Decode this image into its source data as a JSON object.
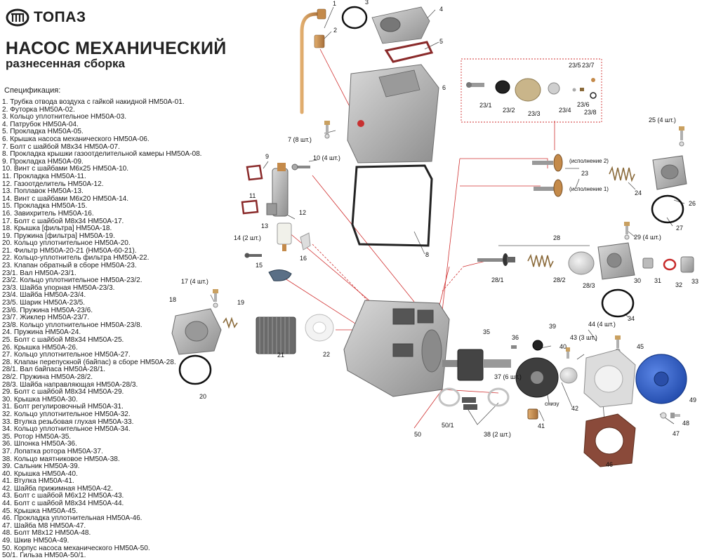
{
  "brand": {
    "name": "ТОПАЗ"
  },
  "header": {
    "title": "НАСОС МЕХАНИЧЕСКИЙ",
    "subtitle": "разнесенная сборка"
  },
  "spec_title": "Спецификация:",
  "spec": [
    "1.  Трубка отвода воздуха с гайкой накидной НМ50А-01.",
    "2.  Футорка НМ50А-02.",
    "3.  Кольцо уплотнительное НМ50А-03.",
    "4.  Патрубок НМ50А-04.",
    "5.  Прокладка НМ50А-05.",
    "6.  Крышка насоса механического НМ50А-06.",
    "7.  Болт с шайбой М8х34 НМ50А-07.",
    "8.  Прокладка крышки газоотделительной камеры НМ50А-08.",
    "9.  Прокладка НМ50А-09.",
    "10. Винт с шайбами М6х25 НМ50А-10.",
    "11. Прокладка НМ50А-11.",
    "12. Газоотделитель НМ50А-12.",
    "13. Поплавок НМ50А-13.",
    "14. Винт с шайбами М6х20 НМ50А-14.",
    "15. Прокладка НМ50А-15.",
    "16. Завихритель НМ50А-16.",
    "17. Болт с шайбой М8х34 НМ50А-17.",
    "18. Крышка [фильтра] НМ50А-18.",
    "19. Пружина [фильтра] НМ50А-19.",
    "20. Кольцо уплотнительное НМ50А-20.",
    "21. Фильтр НМ50А-20-21 (НМ50А-60-21).",
    "22. Кольцо-уплотнитель фильтра НМ50А-22.",
    "23. Клапан обратный в сборе НМ50А-23.",
    "23/1. Вал НМ50А-23/1.",
    "23/2. Кольцо уплотнительное НМ50А-23/2.",
    "23/3. Шайба упорная НМ50А-23/3.",
    "23/4. Шайба НМ50А-23/4.",
    "23/5. Шарик НМ50А-23/5.",
    "23/6. Пружина НМ50А-23/6.",
    "23/7. Жиклер НМ50А-23/7.",
    "23/8. Кольцо уплотнительное НМ50А-23/8.",
    "24. Пружина НМ50А-24.",
    "25. Болт с шайбой М8х34 НМ50А-25.",
    "26. Крышка НМ50А-26.",
    "27. Кольцо уплотнительное НМ50А-27.",
    "28. Клапан перепускной (байпас) в сборе НМ50А-28.",
    "28/1. Вал байпаса НМ50А-28/1.",
    "28/2. Пружина НМ50А-28/2.",
    "28/3. Шайба направляющая НМ50А-28/3.",
    "29. Болт с шайбой М8х34 НМ50А-29.",
    "30. Крышка НМ50А-30.",
    "31. Болт регулировочный НМ50А-31.",
    "32. Кольцо уплотнительное НМ50А-32.",
    "33. Втулка резьбовая глухая НМ50А-33.",
    "34. Кольцо уплотнительное НМ50А-34.",
    "35. Ротор НМ50А-35.",
    "36. Шпонка НМ50А-36.",
    "37. Лопатка ротора НМ50А-37.",
    "38. Кольцо маятниковое НМ50А-38.",
    "39. Сальник НМ50А-39.",
    "40. Крышка НМ50А-40.",
    "41. Втулка НМ50А-41.",
    "42. Шайба прижимная НМ50А-42.",
    "43. Болт с шайбой М6х12 НМ50А-43.",
    "44. Болт с шайбой М8х34 НМ50А-44.",
    "45. Крышка НМ50А-45.",
    "46. Прокладка уплотнительная НМ50А-46.",
    "47. Шайба М8 НМ50А-47.",
    "48. Болт М8х12 НМ50А-48.",
    "49. Шкив НМ50А-49.",
    "50. Корпус насоса механического НМ50А-50.",
    "50/1. Гильза НМ50А-50/1."
  ],
  "labels": {
    "l1": "1",
    "l2": "2",
    "l3": "3",
    "l4": "4",
    "l5": "5",
    "l6": "6",
    "l7": "7 (8 шт.)",
    "l8": "8",
    "l9": "9",
    "l10": "10 (4 шт.)",
    "l11": "11",
    "l12": "12",
    "l13": "13",
    "l14": "14 (2 шт.)",
    "l15": "15",
    "l16": "16",
    "l17": "17 (4 шт.)",
    "l18": "18",
    "l19": "19",
    "l20": "20",
    "l21": "21",
    "l22": "22",
    "l23": "23",
    "l23_1": "23/1",
    "l23_2": "23/2",
    "l23_3": "23/3",
    "l23_4": "23/4",
    "l23_5": "23/5",
    "l23_6": "23/6",
    "l23_7": "23/7",
    "l23_8": "23/8",
    "l24": "24",
    "l25": "25 (4 шт.)",
    "l26": "26",
    "l27": "27",
    "l28": "28",
    "l28_1": "28/1",
    "l28_2": "28/2",
    "l28_3": "28/3",
    "l29": "29 (4 шт.)",
    "l30": "30",
    "l31": "31",
    "l32": "32",
    "l33": "33",
    "l34": "34",
    "l35": "35",
    "l36": "36",
    "l37": "37 (6 шт.)",
    "l38": "38 (2 шт.)",
    "l39": "39",
    "l40": "40",
    "l41": "41",
    "l42": "42",
    "l43": "43 (3 шт.)",
    "l44": "44 (4 шт.)",
    "l45": "45",
    "l46": "46",
    "l47": "47",
    "l48": "48",
    "l49": "49",
    "l50": "50",
    "l50_1": "50/1",
    "isp2": "(исполнение 2)",
    "isp1": "(исполнение 1)",
    "snizu": "снизу"
  },
  "colors": {
    "metal": "#b7b7b7",
    "metal_dark": "#8d8d8d",
    "gasket": "#6a1a1a",
    "pulley": "#2f5fc8",
    "leader_red": "#d03030",
    "brass": "#c48a4a",
    "gasket_brown": "#8a4a3a"
  }
}
